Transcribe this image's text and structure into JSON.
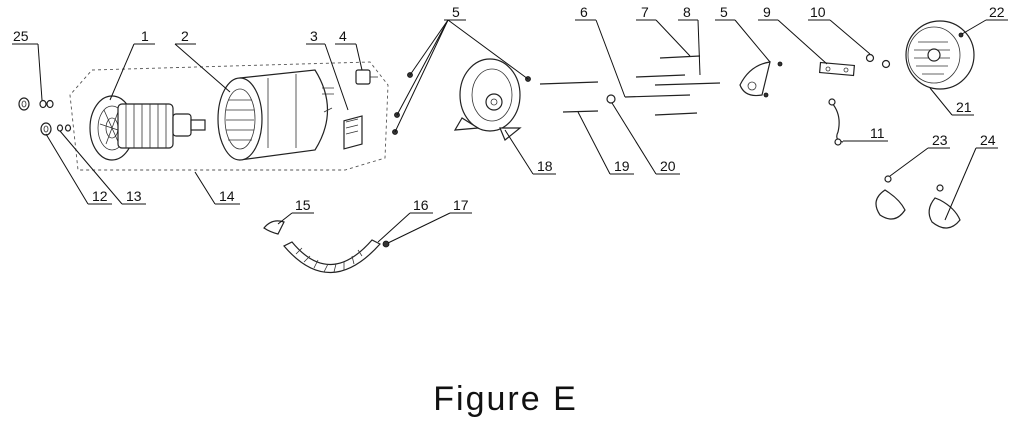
{
  "figure": {
    "caption": "Figure E"
  },
  "callouts": [
    {
      "num": "1"
    },
    {
      "num": "2"
    },
    {
      "num": "3"
    },
    {
      "num": "4"
    },
    {
      "num": "5"
    },
    {
      "num": "6"
    },
    {
      "num": "7"
    },
    {
      "num": "8"
    },
    {
      "num": "5"
    },
    {
      "num": "9"
    },
    {
      "num": "10"
    },
    {
      "num": "22"
    },
    {
      "num": "25"
    },
    {
      "num": "12"
    },
    {
      "num": "13"
    },
    {
      "num": "14"
    },
    {
      "num": "15"
    },
    {
      "num": "16"
    },
    {
      "num": "17"
    },
    {
      "num": "18"
    },
    {
      "num": "19"
    },
    {
      "num": "20"
    },
    {
      "num": "11"
    },
    {
      "num": "21"
    },
    {
      "num": "23"
    },
    {
      "num": "24"
    }
  ]
}
